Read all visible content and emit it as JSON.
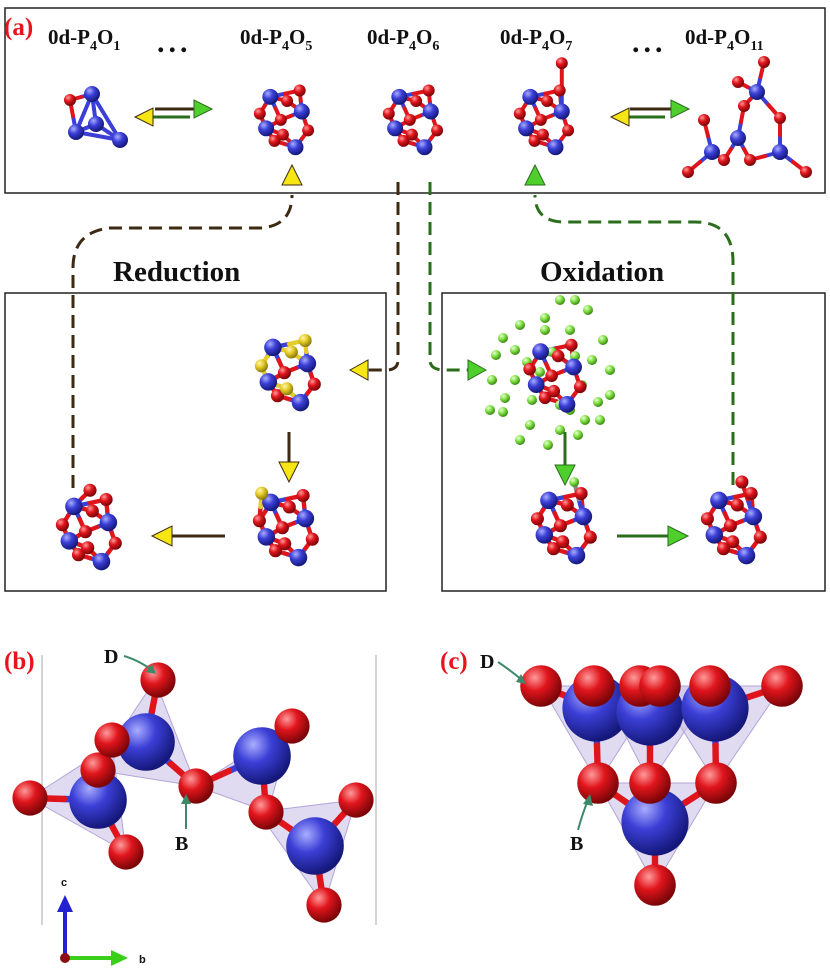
{
  "panels": {
    "a": "(a)",
    "b": "(b)",
    "c": "(c)"
  },
  "formulas": [
    {
      "prefix": "0d-P",
      "s1": "4",
      "mid": "O",
      "s2": "1"
    },
    {
      "prefix": "0d-P",
      "s1": "4",
      "mid": "O",
      "s2": "5"
    },
    {
      "prefix": "0d-P",
      "s1": "4",
      "mid": "O",
      "s2": "6"
    },
    {
      "prefix": "0d-P",
      "s1": "4",
      "mid": "O",
      "s2": "7"
    },
    {
      "prefix": "0d-P",
      "s1": "4",
      "mid": "O",
      "s2": "11"
    }
  ],
  "ellipsis": "...",
  "labels": {
    "reduction": "Reduction",
    "oxidation": "Oxidation"
  },
  "site_labels": {
    "d": "D",
    "b": "B"
  },
  "axes": {
    "c": "c",
    "b": "b"
  },
  "colors": {
    "phosphorus": "#3b3fd6",
    "oxygen": "#e0151c",
    "sulfur": "#e6cc2a",
    "oxidant": "#7fe042",
    "reduction_path": "#3d2a12",
    "oxidation_path": "#2a6e1c",
    "arrow_yellow": "#f5e614",
    "arrow_green": "#4fcf2c",
    "tetrahedron": "#c9bde6",
    "site_pointer": "#3c8a6a",
    "panel_label": "#e8141b"
  }
}
